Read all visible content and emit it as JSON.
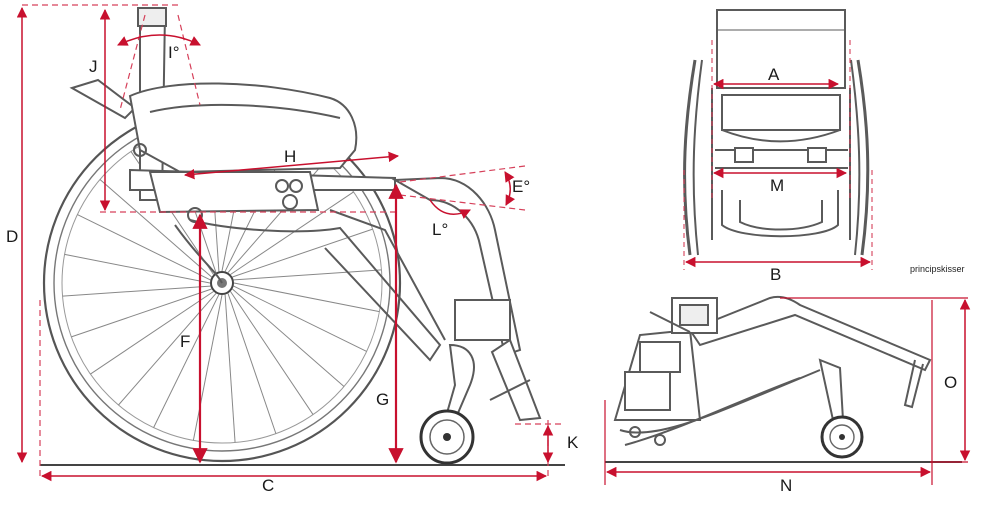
{
  "colors": {
    "line": "#5a5a5a",
    "dim": "#c8102e",
    "dim_dash": "#d6405a",
    "ground": "#444444",
    "background": "#ffffff"
  },
  "labels": {
    "A": "A",
    "B": "B",
    "C": "C",
    "D": "D",
    "E": "E°",
    "F": "F",
    "G": "G",
    "H": "H",
    "I": "I°",
    "J": "J",
    "K": "K",
    "L": "L°",
    "M": "M",
    "N": "N",
    "O": "O"
  },
  "credit": "principskisser"
}
